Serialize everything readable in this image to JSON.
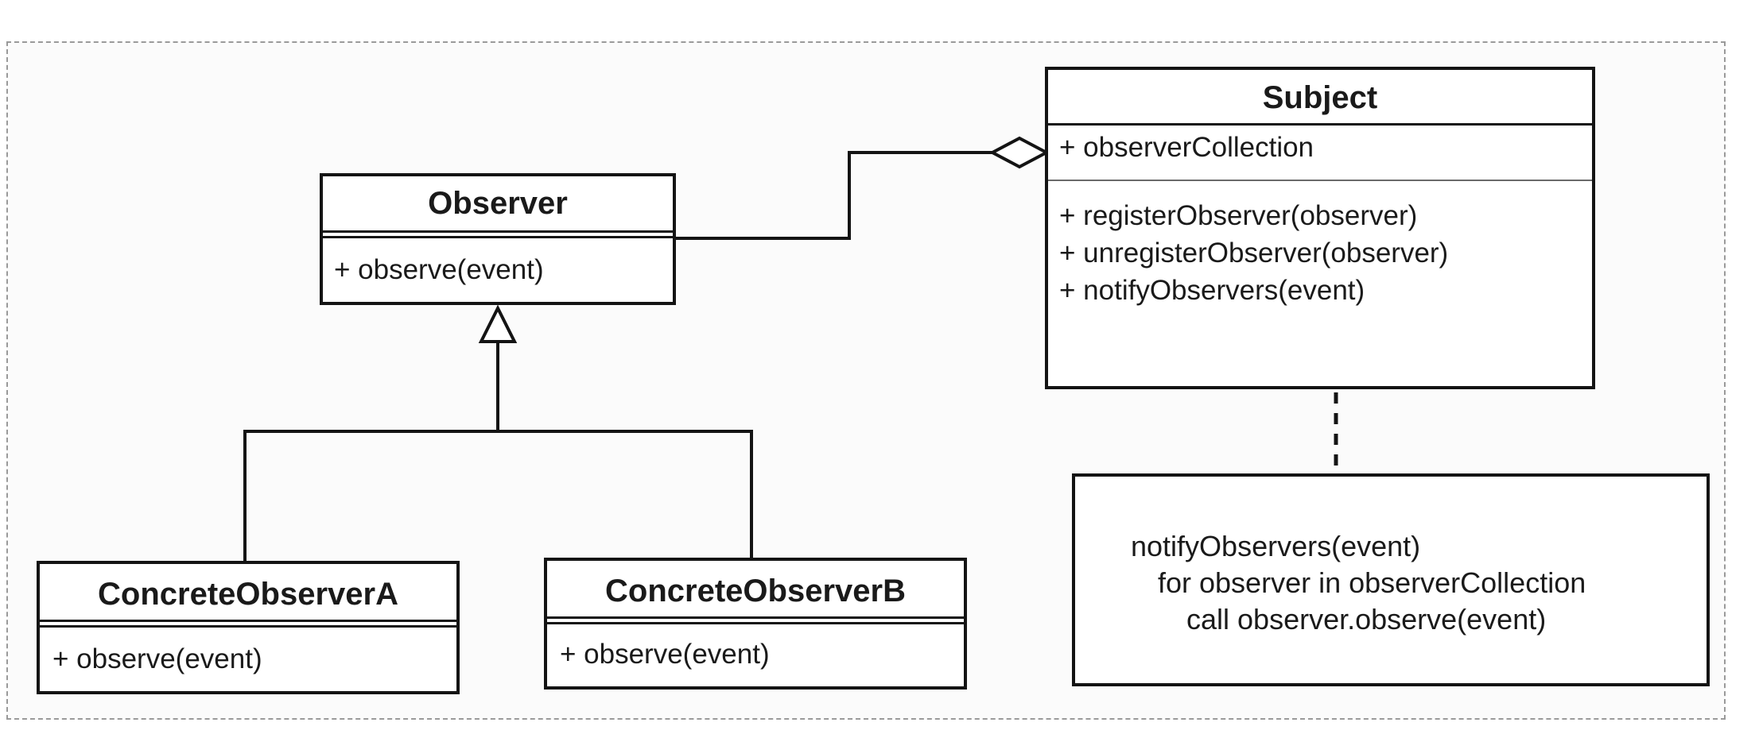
{
  "subject": {
    "title": "Subject",
    "attributes": [
      "+ observerCollection"
    ],
    "methods": [
      "+ registerObserver(observer)",
      "+ unregisterObserver(observer)",
      "+ notifyObservers(event)"
    ]
  },
  "observer": {
    "title": "Observer",
    "methods": [
      "+ observe(event)"
    ]
  },
  "concrete_a": {
    "title": "ConcreteObserverA",
    "methods": [
      "+ observe(event)"
    ]
  },
  "concrete_b": {
    "title": "ConcreteObserverB",
    "methods": [
      "+ observe(event)"
    ]
  },
  "note": {
    "lines": [
      "notifyObservers(event)",
      "for observer in observerCollection",
      "call observer.observe(event)"
    ]
  }
}
